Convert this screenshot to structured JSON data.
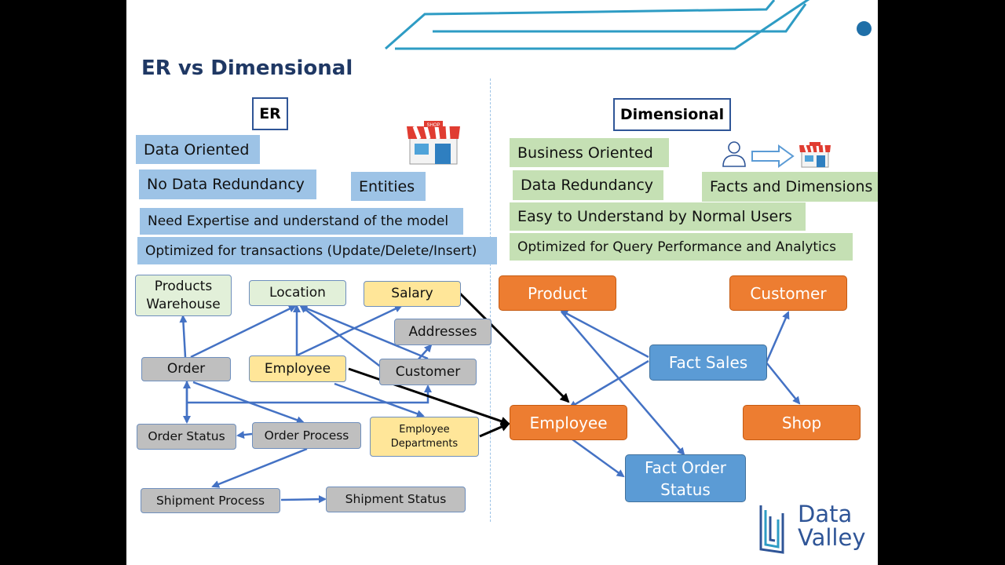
{
  "slide": {
    "title": "ER vs Dimensional",
    "er": {
      "header": "ER",
      "features": [
        "Data Oriented",
        "No Data Redundancy",
        "Entities",
        "Need Expertise and understand of the model",
        "Optimized for transactions (Update/Delete/Insert)"
      ],
      "nodes": {
        "products_warehouse": "Products Warehouse",
        "location": "Location",
        "salary": "Salary",
        "addresses": "Addresses",
        "order": "Order",
        "employee": "Employee",
        "customer": "Customer",
        "order_status": "Order Status",
        "order_process": "Order Process",
        "employee_departments": "Employee Departments",
        "shipment_process": "Shipment  Process",
        "shipment_status": "Shipment  Status"
      }
    },
    "dimensional": {
      "header": "Dimensional",
      "features": [
        "Business Oriented",
        "Data Redundancy",
        "Facts and Dimensions",
        "Easy to Understand by Normal Users",
        "Optimized for Query Performance and Analytics"
      ],
      "nodes": {
        "product": "Product",
        "customer": "Customer",
        "fact_sales": "Fact Sales",
        "employee": "Employee",
        "shop": "Shop",
        "fact_order_status": "Fact Order Status"
      }
    },
    "icons": [
      "shop-icon",
      "user-icon",
      "arrow-right-icon",
      "shop-small-icon",
      "logo-icon"
    ],
    "logo": {
      "line1": "Data",
      "line2": "Valley"
    },
    "colors": {
      "title": "#1f3864",
      "er_feature": "#9dc3e6",
      "dim_feature": "#c5e0b4",
      "dim_node": "#ed7d31",
      "fact_node": "#5b9bd5"
    }
  }
}
